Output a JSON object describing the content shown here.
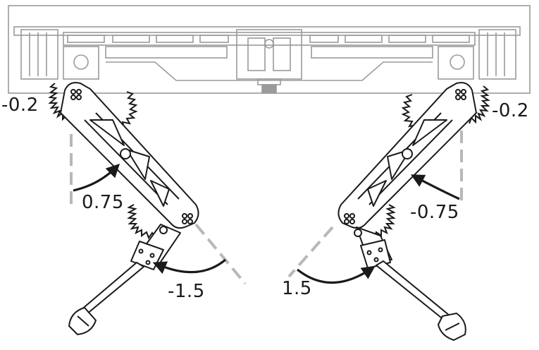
{
  "diagram": {
    "labels": {
      "left_hip_roll": "-0.2",
      "right_hip_roll": "-0.2",
      "left_hip_pitch": "0.75",
      "right_hip_pitch": "-0.75",
      "left_knee": "-1.5",
      "right_knee": "1.5"
    },
    "colors": {
      "line": "#1a1a1a",
      "body_outline": "#9a9a9a",
      "reference_dash": "#b8b8b8",
      "background": "#ffffff"
    }
  }
}
